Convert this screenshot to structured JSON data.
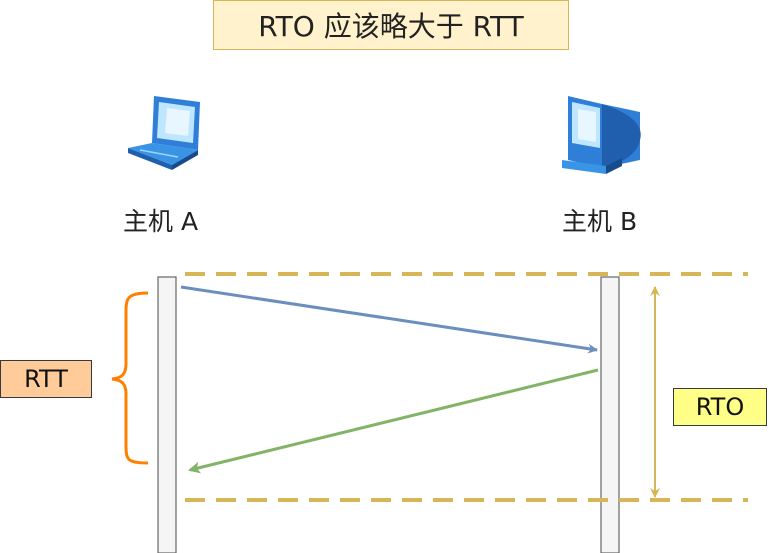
{
  "title": "RTO 应该略大于 RTT",
  "host_a": {
    "label": "主机 A",
    "icon": "laptop-icon"
  },
  "host_b": {
    "label": "主机 B",
    "icon": "desktop-computer-icon"
  },
  "rtt_label": "RTT",
  "rto_label": "RTO",
  "colors": {
    "title_fill": "#fff2cc",
    "send_arrow": "#6c8ebf",
    "ack_arrow": "#82b366",
    "dashed_line": "#d6b656",
    "rtt_brace": "#ff8000",
    "rtt_fill": "#ffcc99",
    "rto_arrow": "#d6b656",
    "rto_fill": "#ffff88"
  }
}
